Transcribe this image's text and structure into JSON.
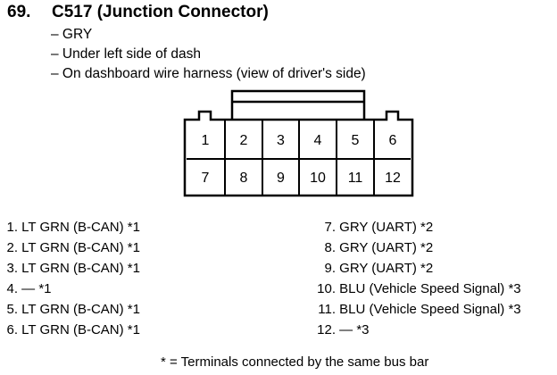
{
  "header": {
    "number": "69.",
    "title": "C517 (Junction Connector)"
  },
  "notes": [
    "– GRY",
    "– Under left side of dash",
    "– On dashboard wire harness (view of driver's side)"
  ],
  "connector": {
    "top_row": [
      "1",
      "2",
      "3",
      "4",
      "5",
      "6"
    ],
    "bottom_row": [
      "7",
      "8",
      "9",
      "10",
      "11",
      "12"
    ]
  },
  "pins_left": [
    {
      "num": "1.",
      "desc": "LT GRN (B-CAN) *1"
    },
    {
      "num": "2.",
      "desc": "LT GRN (B-CAN) *1"
    },
    {
      "num": "3.",
      "desc": "LT GRN (B-CAN) *1"
    },
    {
      "num": "4.",
      "desc": "— *1"
    },
    {
      "num": "5.",
      "desc": "LT GRN (B-CAN) *1"
    },
    {
      "num": "6.",
      "desc": "LT GRN (B-CAN) *1"
    }
  ],
  "pins_right": [
    {
      "num": "7.",
      "desc": "GRY (UART) *2"
    },
    {
      "num": "8.",
      "desc": "GRY (UART) *2"
    },
    {
      "num": "9.",
      "desc": "GRY (UART) *2"
    },
    {
      "num": "10.",
      "desc": "BLU (Vehicle Speed Signal) *3"
    },
    {
      "num": "11.",
      "desc": "BLU (Vehicle Speed Signal) *3"
    },
    {
      "num": "12.",
      "desc": "— *3"
    }
  ],
  "footnote": "* = Terminals connected by the same bus bar"
}
